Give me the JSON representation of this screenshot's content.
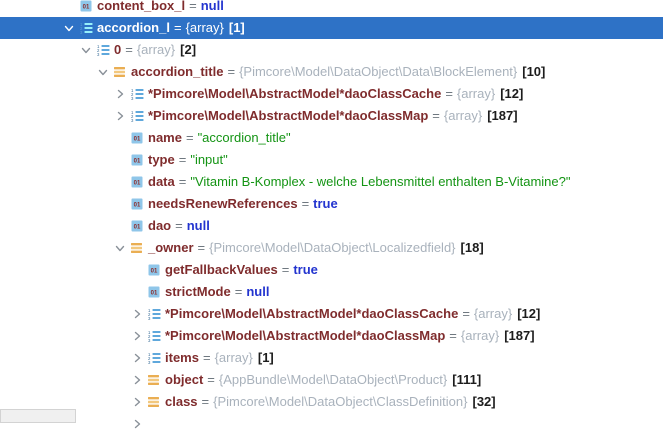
{
  "panel": {
    "kind": "debugger-variables-tree"
  },
  "symbols": {
    "equals": "="
  },
  "colors": {
    "selection_background": "#2E72C6",
    "selected_text": "#FFFFFF",
    "variable_name": "#7F2C2D",
    "equals_sign": "#6F7880",
    "keyword_value": "#2334CF",
    "string_value": "#149414",
    "type_value": "#A9B2BC",
    "count_value": "#1C1C1C",
    "chevron": "#8A9199",
    "primitive_icon_bg": "#8FC6E9",
    "primitive_icon_text": "#8C2B2B",
    "array_icon_bars": "#5FA8DC",
    "array_icon_digits": "#3A6E99",
    "object_icon_bars": "#EAAE52"
  },
  "tree": {
    "rows": [
      {
        "depth": 1,
        "chevron": null,
        "icon": "primitive",
        "name": "content_box_l",
        "value": "null",
        "vtype": "keyword",
        "count": "",
        "selected": false
      },
      {
        "depth": 1,
        "chevron": "expanded",
        "icon": "array",
        "name": "accordion_l",
        "value": "{array}",
        "vtype": "type",
        "count": "[1]",
        "selected": true
      },
      {
        "depth": 2,
        "chevron": "expanded",
        "icon": "array",
        "name": "0",
        "value": "{array}",
        "vtype": "type",
        "count": "[2]",
        "selected": false
      },
      {
        "depth": 3,
        "chevron": "expanded",
        "icon": "object",
        "name": "accordion_title",
        "value": "{Pimcore\\Model\\DataObject\\Data\\BlockElement}",
        "vtype": "type",
        "count": "[10]",
        "selected": false
      },
      {
        "depth": 4,
        "chevron": "collapsed",
        "icon": "array",
        "name": "*Pimcore\\Model\\AbstractModel*daoClassCache",
        "value": "{array}",
        "vtype": "type",
        "count": "[12]",
        "selected": false
      },
      {
        "depth": 4,
        "chevron": "collapsed",
        "icon": "array",
        "name": "*Pimcore\\Model\\AbstractModel*daoClassMap",
        "value": "{array}",
        "vtype": "type",
        "count": "[187]",
        "selected": false
      },
      {
        "depth": 4,
        "chevron": null,
        "icon": "primitive",
        "name": "name",
        "value": "\"accordion_title\"",
        "vtype": "string",
        "count": "",
        "selected": false
      },
      {
        "depth": 4,
        "chevron": null,
        "icon": "primitive",
        "name": "type",
        "value": "\"input\"",
        "vtype": "string",
        "count": "",
        "selected": false
      },
      {
        "depth": 4,
        "chevron": null,
        "icon": "primitive",
        "name": "data",
        "value": "\"Vitamin B-Komplex - welche Lebensmittel enthalten B-Vitamine?\"",
        "vtype": "string",
        "count": "",
        "selected": false
      },
      {
        "depth": 4,
        "chevron": null,
        "icon": "primitive",
        "name": "needsRenewReferences",
        "value": "true",
        "vtype": "keyword",
        "count": "",
        "selected": false
      },
      {
        "depth": 4,
        "chevron": null,
        "icon": "primitive",
        "name": "dao",
        "value": "null",
        "vtype": "keyword",
        "count": "",
        "selected": false
      },
      {
        "depth": 4,
        "chevron": "expanded",
        "icon": "object",
        "name": "_owner",
        "value": "{Pimcore\\Model\\DataObject\\Localizedfield}",
        "vtype": "type",
        "count": "[18]",
        "selected": false
      },
      {
        "depth": 5,
        "chevron": null,
        "icon": "primitive",
        "name": "getFallbackValues",
        "value": "true",
        "vtype": "keyword",
        "count": "",
        "selected": false
      },
      {
        "depth": 5,
        "chevron": null,
        "icon": "primitive",
        "name": "strictMode",
        "value": "null",
        "vtype": "keyword",
        "count": "",
        "selected": false
      },
      {
        "depth": 5,
        "chevron": "collapsed",
        "icon": "array",
        "name": "*Pimcore\\Model\\AbstractModel*daoClassCache",
        "value": "{array}",
        "vtype": "type",
        "count": "[12]",
        "selected": false
      },
      {
        "depth": 5,
        "chevron": "collapsed",
        "icon": "array",
        "name": "*Pimcore\\Model\\AbstractModel*daoClassMap",
        "value": "{array}",
        "vtype": "type",
        "count": "[187]",
        "selected": false
      },
      {
        "depth": 5,
        "chevron": "collapsed",
        "icon": "array",
        "name": "items",
        "value": "{array}",
        "vtype": "type",
        "count": "[1]",
        "selected": false
      },
      {
        "depth": 5,
        "chevron": "collapsed",
        "icon": "object",
        "name": "object",
        "value": "{AppBundle\\Model\\DataObject\\Product}",
        "vtype": "type",
        "count": "[111]",
        "selected": false
      },
      {
        "depth": 5,
        "chevron": "collapsed",
        "icon": "object",
        "name": "class",
        "value": "{Pimcore\\Model\\DataObject\\ClassDefinition}",
        "vtype": "type",
        "count": "[32]",
        "selected": false
      },
      {
        "depth": 5,
        "chevron": "collapsed",
        "icon": null,
        "name": "",
        "value": "",
        "vtype": "type",
        "count": "",
        "selected": false
      }
    ]
  }
}
